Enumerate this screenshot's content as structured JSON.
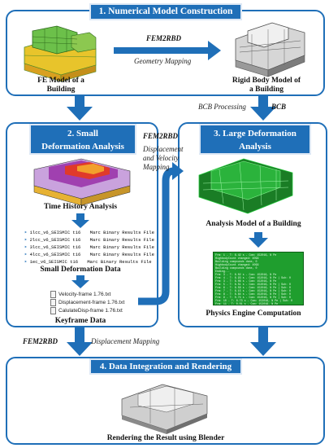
{
  "stage1": {
    "title": "1. Numerical Model Construction",
    "fe_label": "FE Model of a\nBuilding",
    "tool": "FEM2RBD",
    "mapping": "Geometry Mapping",
    "rigid_label": "Rigid Body Model of\na Building"
  },
  "stage2": {
    "title": "2. Small\nDeformation Analysis",
    "time_history": "Time History Analysis",
    "files": [
      {
        "name": "1lcc_v6_SEISMIC t16",
        "type": "Marc Binary Results File"
      },
      {
        "name": "2lcc_v6_SEISMIC t16",
        "type": "Marc Binary Results File"
      },
      {
        "name": "3lcc_v6_SEISMIC t16",
        "type": "Marc Binary Results File"
      },
      {
        "name": "4lcc_v6_SEISMIC t16",
        "type": "Marc Binary Results File"
      },
      {
        "name": "1ec_v6_SEISMIC t16",
        "type": "Marc Binary Results File"
      }
    ],
    "small_data": "Small Deformation Data",
    "keyframes": [
      "Velocity-frame 1.76.txt",
      "Displacement-frame 1.76.txt",
      "CalulateDisp-frame 1.76.txt"
    ],
    "keyframe_label": "Keyframe Data"
  },
  "stage3": {
    "title": "3. Large Deformation\nAnalysis",
    "analysis_label": "Analysis Model of a Building",
    "physics_label": "Physics Engine Computation",
    "console_lines": [
      "Frm: 1 - T: 6.42 s - Com: 152016, N Pe",
      "HighbodyCount changed: 4099",
      "Building compounds done, 0",
      "HighbodyCount changed: 4099",
      "Building compounds done, 0",
      "Ending...",
      "Frm: 3 - T: 6.02 s - Com: 152016, N Pe",
      "Frm: 4 - T: 6.93 s - Com: 152016, N Pe | Suh: 0",
      "Frm: 3 - T: 6.06 s - Com: 152016, N Pe",
      "Frm: 5 - T: 6.51 s - Com: 152016, N Pe | Suh: 0",
      "Frm: 6 - T: 6.58 s - Com: 152016, N Pe | Suh: 0",
      "Frm: 7 - T: 6.15 s - Com: 152016, N Pe | Suh: 0",
      "Frm: 8 - T: 6.64 s - Com: 152016, N Pe | Suh: 0",
      "Frm: 9 - T: 0.74 s - Com: 152016, N Pe | Suh: 0",
      "Frm: 10 - T: 8.73 s - Com: 152016, N Pe | Suh: 0",
      "Frm: 11 - T: 0.01 s - Com: 152016, N Pe"
    ]
  },
  "flow": {
    "bcb_processing": "BCB Processing",
    "bcb": "BCB",
    "fem2rbd_mid": "FEM2RBD",
    "disp_vel": "Displacement\nand Velocity\nMapping",
    "fem2rbd_bottom": "FEM2RBD",
    "disp_mapping": "Displacement Mapping"
  },
  "stage4": {
    "title": "4. Data Integration and Rendering",
    "render_label": "Rendering the Result using Blender"
  },
  "colors": {
    "accent": "#1f6fb8",
    "console_bg": "#1f9e2e",
    "mesh": "#22c83a"
  }
}
